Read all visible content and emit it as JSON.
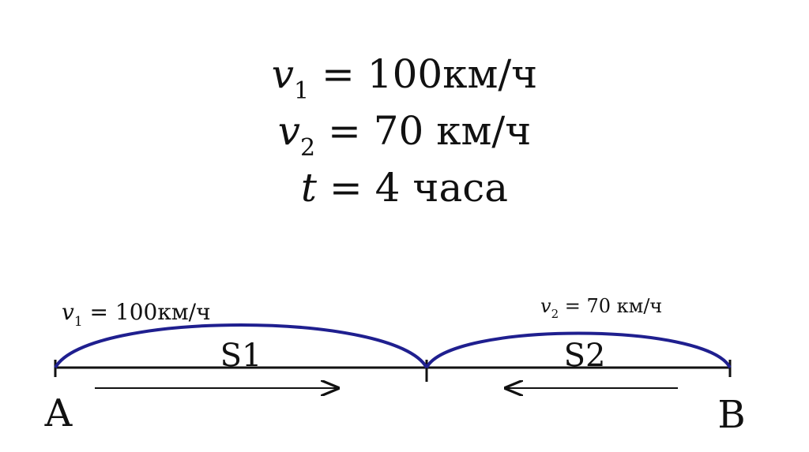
{
  "formulas": [
    {
      "var": "v",
      "sub": "1",
      "rest": " = 100км/ч"
    },
    {
      "var": "v",
      "sub": "2",
      "rest": " = 70 км/ч"
    },
    {
      "var": "t",
      "sub": "",
      "rest": " = 4 часа"
    }
  ],
  "diagram": {
    "point_start": "A",
    "point_end": "B",
    "segment_left": "S1",
    "segment_right": "S2",
    "speed_left": {
      "var": "v",
      "sub": "1",
      "rest": " = 100км/ч"
    },
    "speed_right": {
      "var": "v",
      "sub": "2",
      "rest": " = 70 км/ч"
    },
    "arrow_left_direction": "right",
    "arrow_right_direction": "left",
    "arc_color": "#1f1f8f",
    "line_color": "#111111"
  }
}
